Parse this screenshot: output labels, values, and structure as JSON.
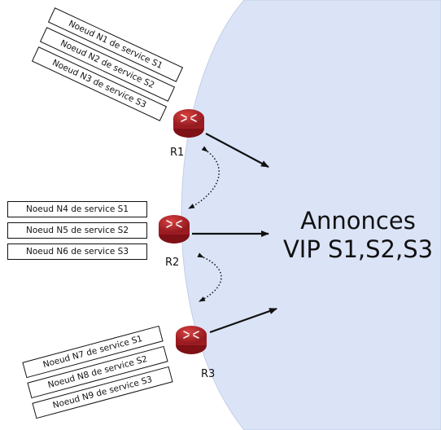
{
  "colors": {
    "zone_fill": "#dbe4f7",
    "router": "#b8242a",
    "router_dark": "#7e1016",
    "arrow": "#111111"
  },
  "routers": [
    {
      "label": "R1",
      "icon": "router-icon"
    },
    {
      "label": "R2",
      "icon": "router-icon"
    },
    {
      "label": "R3",
      "icon": "router-icon"
    }
  ],
  "groups": [
    [
      "Noeud N1 de service S1",
      "Noeud N2 de service S2",
      "Noeud N3 de service S3"
    ],
    [
      "Noeud N4 de service S1",
      "Noeud N5 de service S2",
      "Noeud N6 de service S3"
    ],
    [
      "Noeud N7 de service S1",
      "Noeud N8 de service S2",
      "Noeud N9 de service S3"
    ]
  ],
  "announcement": {
    "line1": "Annonces",
    "line2": "VIP S1,S2,S3"
  }
}
